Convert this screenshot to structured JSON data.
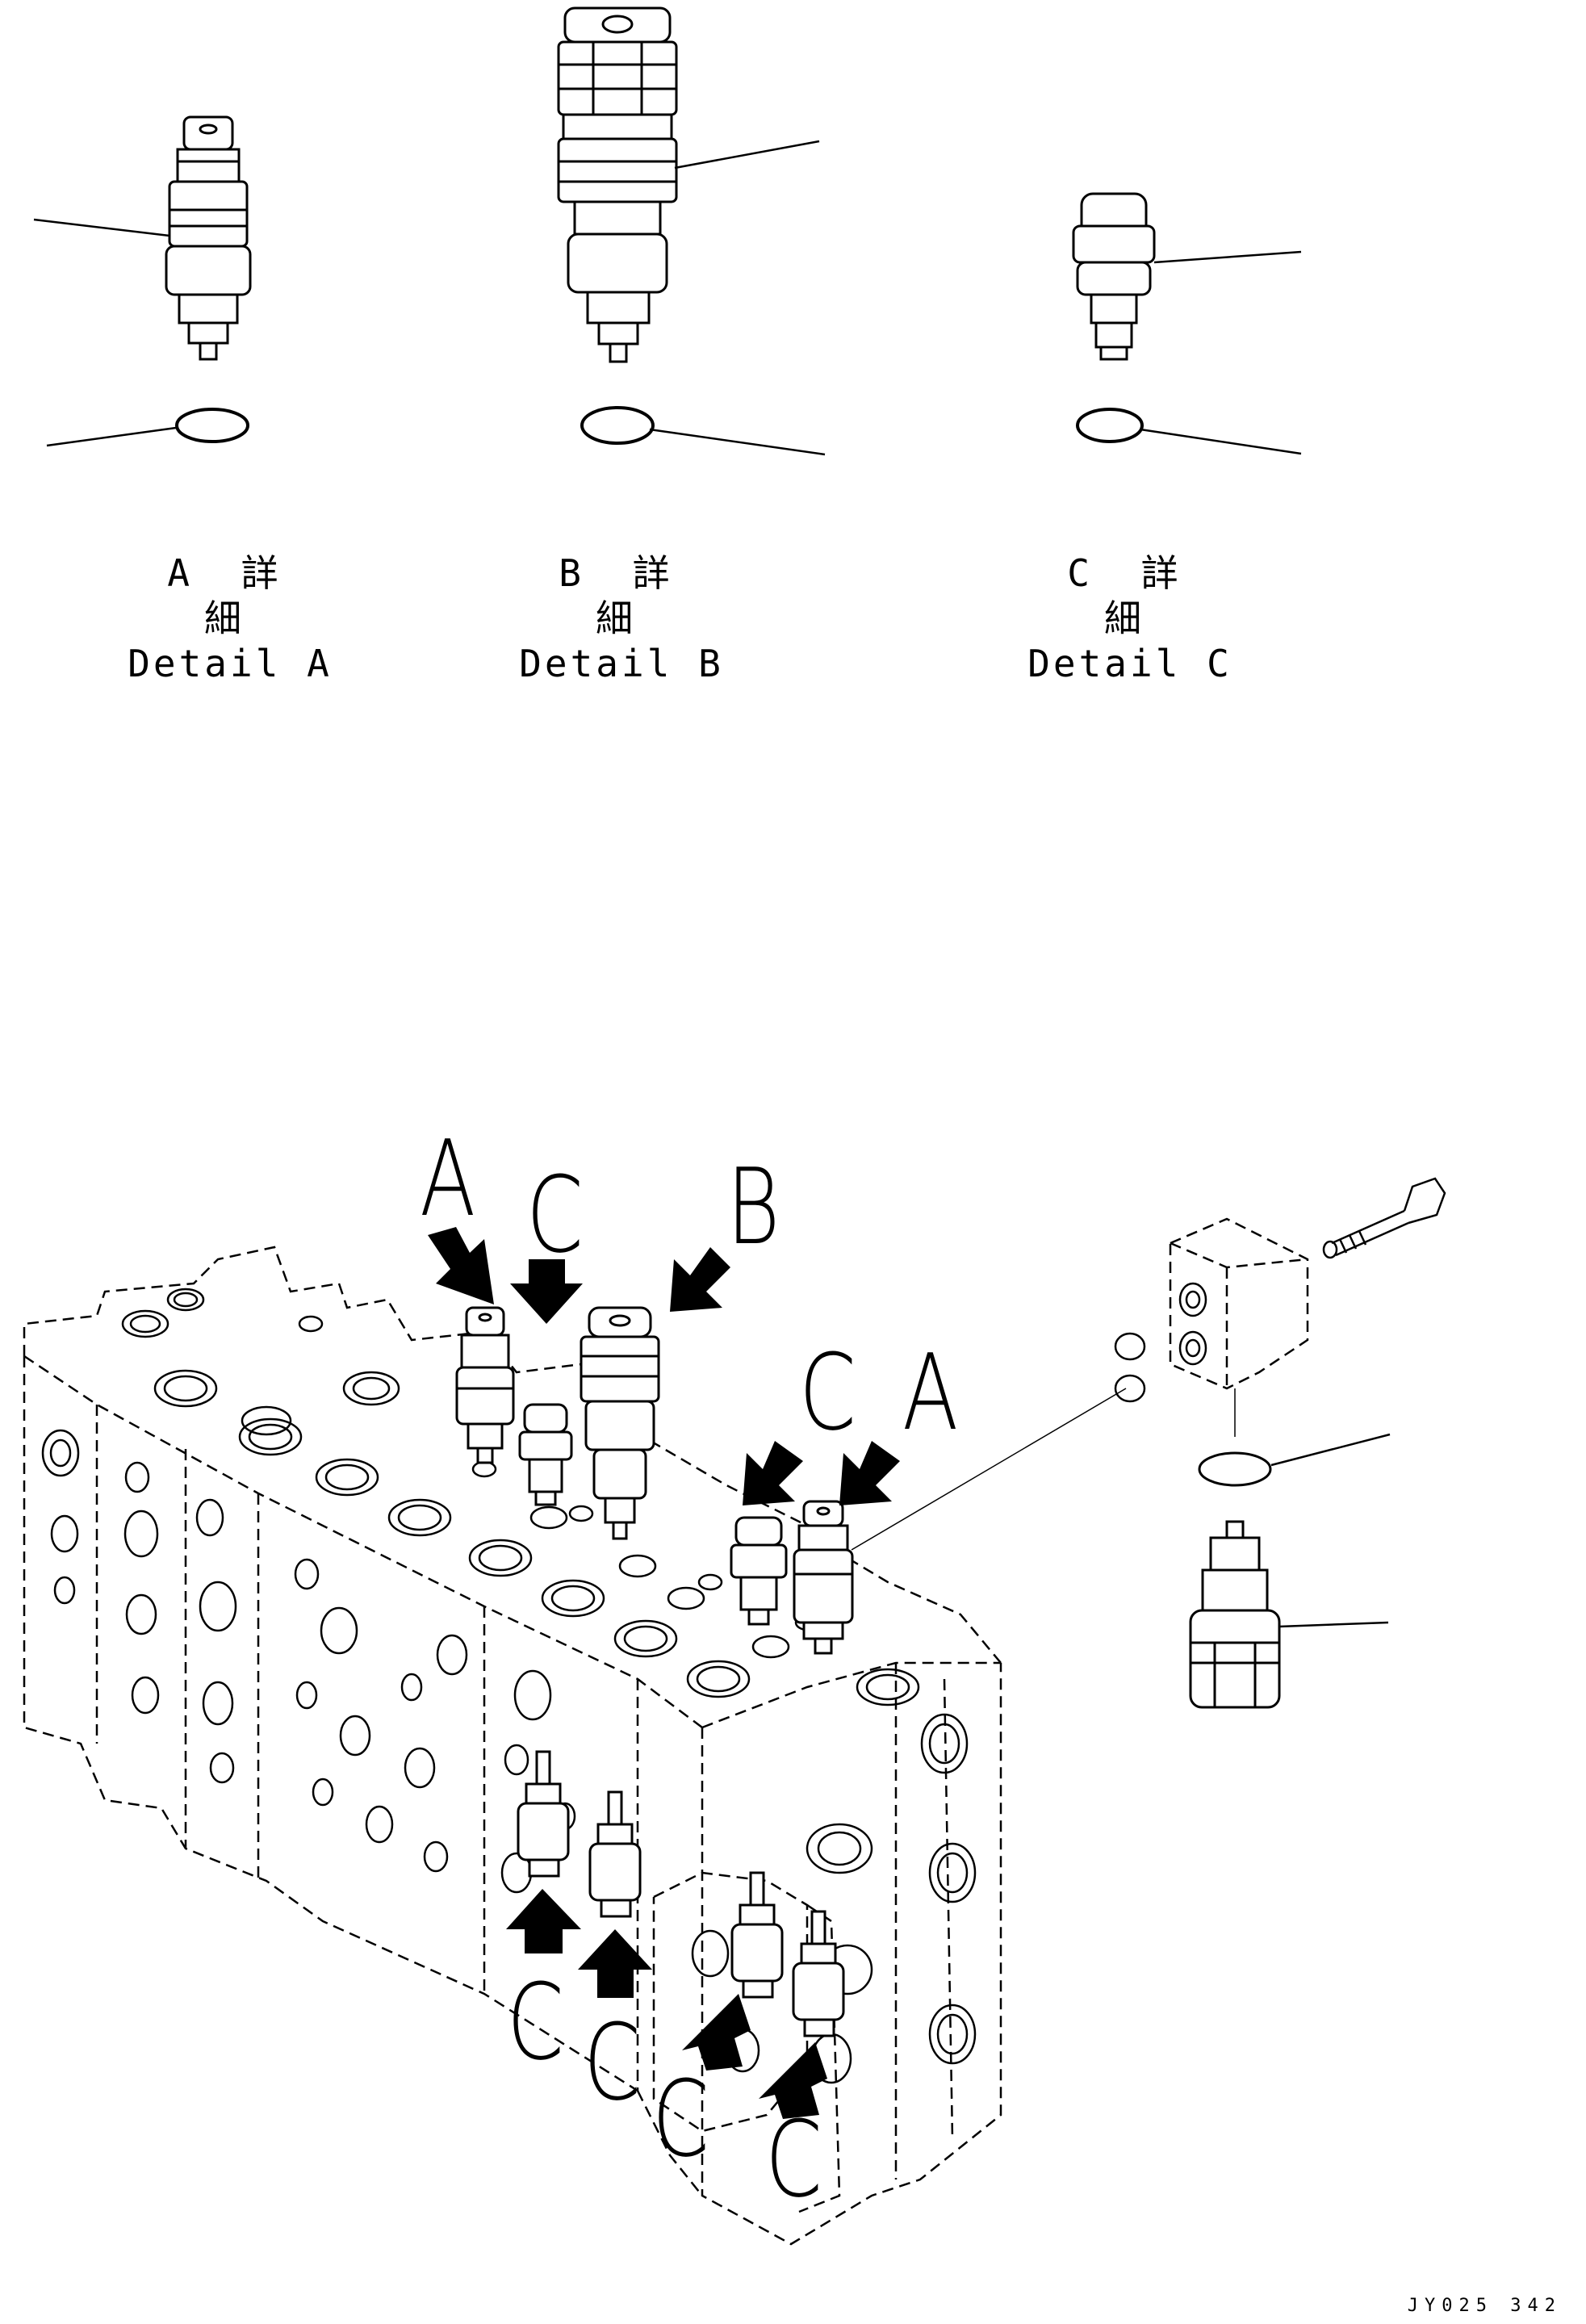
{
  "details": [
    {
      "jp": "A 詳 細",
      "en": "Detail A"
    },
    {
      "jp": "B 詳 細",
      "en": "Detail B"
    },
    {
      "jp": "C 詳 細",
      "en": "Detail C"
    }
  ],
  "callouts": {
    "a_top": "A",
    "c_top": "C",
    "b_top": "B",
    "c_mid": "C",
    "a_mid": "A",
    "c_low1": "C",
    "c_low2": "C",
    "c_low3": "C",
    "c_low4": "C"
  },
  "drawing_code": "JY025 342"
}
